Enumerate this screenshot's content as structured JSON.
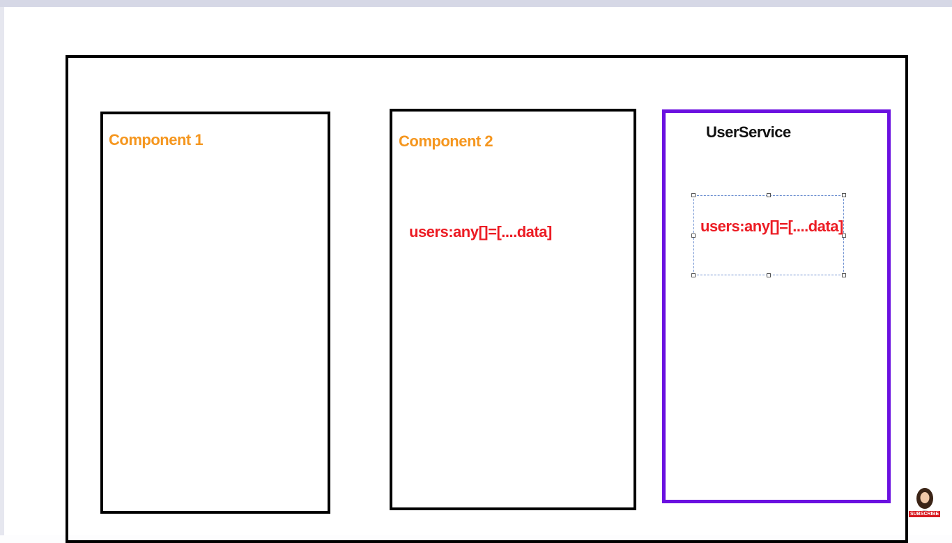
{
  "diagram": {
    "boxes": [
      {
        "title": "Component 1",
        "content": ""
      },
      {
        "title": "Component 2",
        "content": "users:any[]=[....data]"
      },
      {
        "title": "UserService",
        "content": "users:any[]=[....data]"
      }
    ]
  },
  "overlay": {
    "subscribe_label": "SUBSCRIBE"
  },
  "colors": {
    "component_title": "#f5961e",
    "service_border": "#6a10e0",
    "code_text": "#ec1c24",
    "selection_border": "#6c8fd0"
  }
}
